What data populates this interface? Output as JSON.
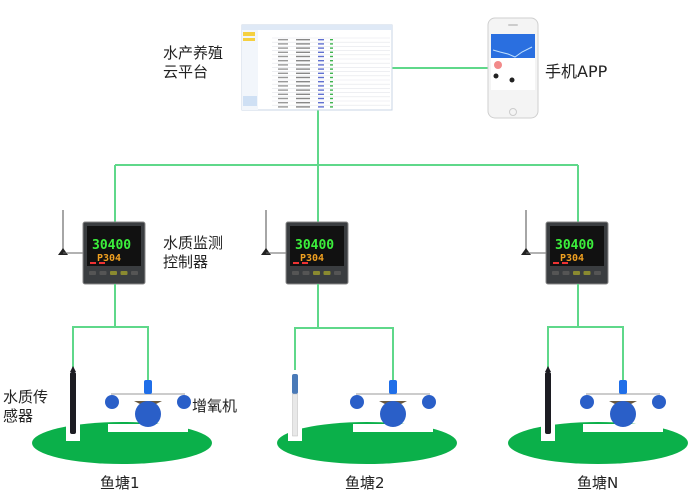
{
  "cloud": {
    "label_line1": "水产养殖",
    "label_line2": "云平台"
  },
  "app": {
    "label": "手机APP"
  },
  "controller": {
    "label_line1": "水质监测",
    "label_line2": "控制器",
    "display_main": "30400",
    "display_sub": "P304"
  },
  "sensor": {
    "label_line1": "水质传",
    "label_line2": "感器"
  },
  "aerator": {
    "label": "增氧机"
  },
  "ponds": [
    {
      "label": "鱼塘1"
    },
    {
      "label": "鱼塘2"
    },
    {
      "label": "鱼塘N"
    }
  ],
  "colors": {
    "link": "#5fd88a",
    "pond": "#0bb04a",
    "aerator": "#2a5fc8",
    "display_bg": "#111111",
    "display_green": "#3cf03c",
    "display_orange": "#f0a020"
  }
}
